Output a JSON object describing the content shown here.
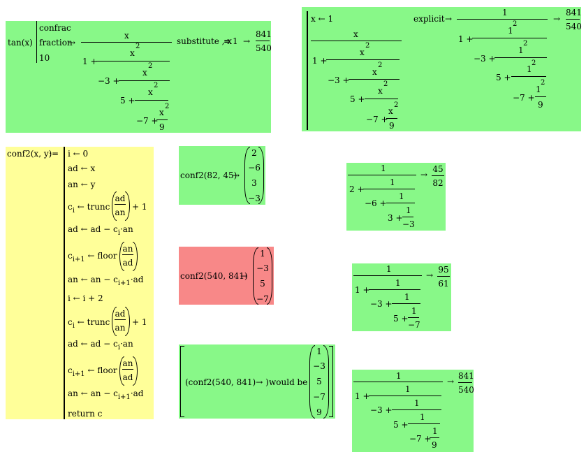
{
  "r1": {
    "lhs": "tan(x)",
    "kw1": "confrac",
    "kw2": "fraction",
    "kw3": "10",
    "arrow": "→",
    "f_num": "x",
    "f_a": "1 +",
    "f_b": "−3 +",
    "f_c": "5 +",
    "f_d": "−7 +",
    "f_x2": "x",
    "f_9": "9",
    "exp": "2",
    "sub_kw": "substitute , x",
    "sub_eq": "=",
    "sub_val": "1",
    "res_num": "841",
    "res_den": "540"
  },
  "r2": {
    "assign": "x ← 1",
    "f_num": "x",
    "f_a": "1 +",
    "f_b": "−3 +",
    "f_c": "5 +",
    "f_d": "−7 +",
    "f_x2": "x",
    "f_9": "9",
    "exp": "2",
    "kw": "explicit",
    "arrow": "→",
    "e_num": "1",
    "e_a": "1 +",
    "e_b": "−3 +",
    "e_c": "5 +",
    "e_d": "−7 +",
    "e_one": "1",
    "e_9": "9",
    "res_num": "841",
    "res_den": "540"
  },
  "prog": {
    "def": "conf2(x, y)",
    "assign_op": ":=",
    "l1": "i ← 0",
    "l2": "ad ← x",
    "l3": "an ← y",
    "l4a": "c",
    "l4b": "i",
    "l4c": "← trunc",
    "l4n": "ad",
    "l4d": "an",
    "l4e": "+ 1",
    "l5a": "ad ← ad − c",
    "l5b": "i",
    "l5c": "·an",
    "l6a": "c",
    "l6b": "i+1",
    "l6c": "← floor",
    "l6n": "an",
    "l6d": "ad",
    "l7a": "an ← an − c",
    "l7b": "i+1",
    "l7c": "·ad",
    "l8": "i ← i + 2",
    "l9a": "c",
    "l9b": "i",
    "l9c": "← trunc",
    "l9n": "ad",
    "l9d": "an",
    "l9e": "+ 1",
    "l10a": "ad ← ad − c",
    "l10b": "i",
    "l10c": "·an",
    "l11a": "c",
    "l11b": "i+1",
    "l11c": "← floor",
    "l11n": "an",
    "l11d": "ad",
    "l12a": "an ← an − c",
    "l12b": "i+1",
    "l12c": "·ad",
    "l13": "return  c"
  },
  "call1": {
    "expr": "conf2(82, 45)",
    "arrow": "→",
    "v": [
      "2",
      "−6",
      "3",
      "−3"
    ]
  },
  "frac1": {
    "one": "1",
    "a": "2 +",
    "b": "−6 +",
    "c": "3 +",
    "d": "−3",
    "arrow": "→",
    "res_num": "45",
    "res_den": "82"
  },
  "call2": {
    "expr": "conf2(540, 841)",
    "arrow": "→",
    "v": [
      "1",
      "−3",
      "5",
      "−7"
    ]
  },
  "frac2": {
    "one": "1",
    "a": "1 +",
    "b": "−3 +",
    "c": "5 +",
    "d": "−7",
    "arrow": "→",
    "res_num": "95",
    "res_den": "61"
  },
  "call3": {
    "expr": "(conf2(540, 841)→  )",
    "would": "would be",
    "v": [
      "1",
      "−3",
      "5",
      "−7",
      "9"
    ]
  },
  "frac3": {
    "one": "1",
    "a": "1 +",
    "b": "−3 +",
    "c": "5 +",
    "d": "−7 +",
    "e": "9",
    "arrow": "→",
    "res_num": "841",
    "res_den": "540"
  },
  "colors": {
    "green": "#88f888",
    "yellow": "#ffff99",
    "red": "#f88888"
  }
}
